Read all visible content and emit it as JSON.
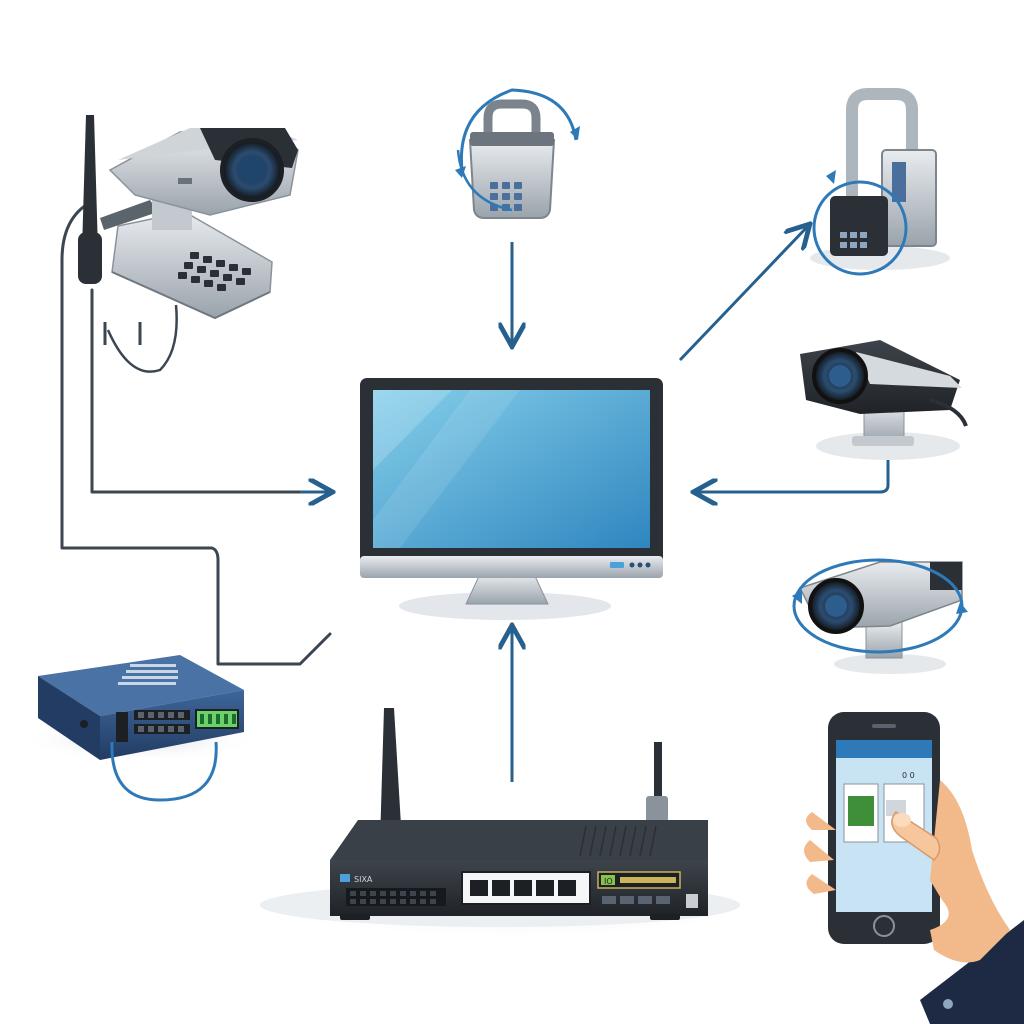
{
  "diagram": {
    "nodes": [
      {
        "id": "camera-keypad",
        "icon": "security-camera-with-keypad-icon"
      },
      {
        "id": "smart-lock",
        "icon": "keypad-padlock-icon"
      },
      {
        "id": "door-lock",
        "icon": "door-lock-unit-icon"
      },
      {
        "id": "camera-right-1",
        "icon": "bullet-camera-icon"
      },
      {
        "id": "camera-right-2",
        "icon": "rotating-camera-icon"
      },
      {
        "id": "nvr",
        "icon": "network-video-recorder-icon"
      },
      {
        "id": "router",
        "icon": "router-switch-icon"
      },
      {
        "id": "monitor",
        "icon": "monitor-icon"
      },
      {
        "id": "smartphone",
        "icon": "smartphone-in-hand-icon"
      }
    ],
    "edges": [
      {
        "from": "smart-lock",
        "to": "monitor"
      },
      {
        "from": "camera-keypad",
        "to": "monitor"
      },
      {
        "from": "camera-right-1",
        "to": "monitor"
      },
      {
        "from": "router",
        "to": "monitor"
      },
      {
        "from": "monitor",
        "to": "door-lock"
      },
      {
        "from": "nvr",
        "to": "camera-keypad"
      }
    ]
  },
  "labels": {
    "router_brand": "SIXA",
    "router_display": "IO",
    "phone_header": "0 0"
  },
  "colors": {
    "arrow": "#25608f",
    "cable": "#3b4650",
    "screen_light": "#7cc8e6",
    "screen_dark": "#2f86bf",
    "device_dark": "#2b3036",
    "nvr_blue": "#2d4f7f",
    "skin": "#f2b98a",
    "sleeve": "#1e2a44"
  }
}
